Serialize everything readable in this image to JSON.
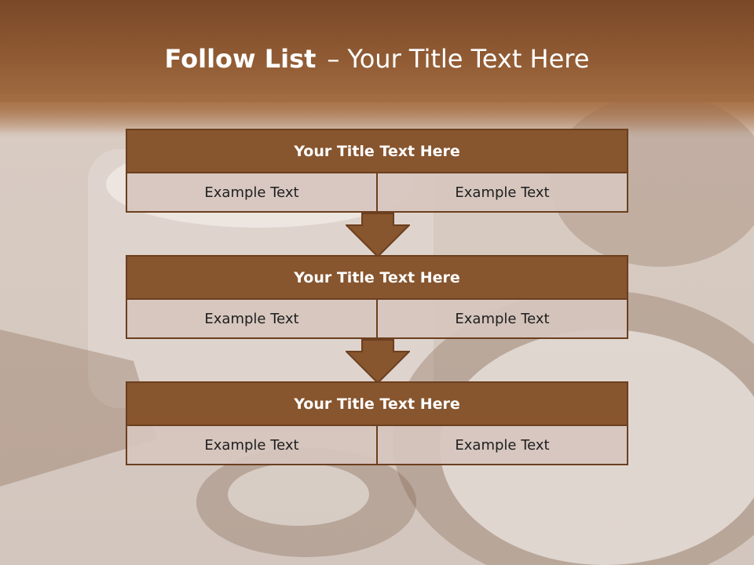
{
  "slide": {
    "title_bold": "Follow List",
    "title_sep": "–",
    "title_rest": "Your Title Text Here"
  },
  "steps": [
    {
      "title": "Your Title Text Here",
      "cells": [
        "Example Text",
        "Example Text"
      ]
    },
    {
      "title": "Your Title Text Here",
      "cells": [
        "Example Text",
        "Example Text"
      ]
    },
    {
      "title": "Your Title Text Here",
      "cells": [
        "Example Text",
        "Example Text"
      ]
    }
  ],
  "colors": {
    "header": "#87552e",
    "border": "#6b3f1f",
    "cell": "#d6c6be",
    "arrow": "#87552e"
  },
  "icons": [
    "down-arrow-icon"
  ]
}
